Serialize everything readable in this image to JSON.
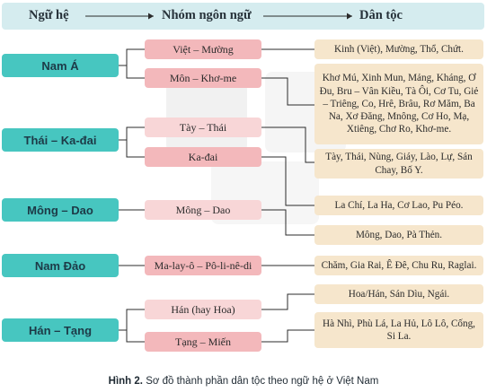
{
  "header": {
    "col1": "Ngữ hệ",
    "col2": "Nhóm ngôn ngữ",
    "col3": "Dân tộc"
  },
  "families": [
    "Nam Á",
    "Thái – Ka-đai",
    "Mông – Dao",
    "Nam Đảo",
    "Hán – Tạng"
  ],
  "groups": [
    "Việt – Mường",
    "Môn – Khơ-me",
    "Tày – Thái",
    "Ka-đai",
    "Mông – Dao",
    "Ma-lay-ô – Pô-li-nê-di",
    "Hán (hay Hoa)",
    "Tạng – Miến"
  ],
  "ethnic": [
    "Kinh (Việt), Mường, Thổ, Chứt.",
    "Khơ Mú, Xinh Mun, Mảng, Kháng, Ơ Đu, Bru – Vân Kiều, Tà Ôi, Cơ Tu, Giẻ – Triêng, Co, Hrê, Brâu, Rơ Măm, Ba Na, Xơ Đăng, Mnông, Cơ Ho, Mạ, Xtiêng, Chơ Ro, Khơ-me.",
    "Tày, Thái, Nùng, Giáy, Lào, Lự, Sán Chay, Bố Y.",
    "La Chí, La Ha, Cơ Lao, Pu Péo.",
    "Mông, Dao, Pà Thẻn.",
    "Chăm, Gia Rai, Ê Đê, Chu Ru, Raglai.",
    "Hoa/Hán, Sán Dìu, Ngái.",
    "Hà Nhì, Phù Lá, La Hủ, Lô Lô, Cống, Si La."
  ],
  "caption": {
    "label": "Hình 2.",
    "text": "Sơ đồ thành phần dân tộc theo ngữ hệ ở Việt Nam"
  },
  "colors": {
    "header_bg": "#d5ecef",
    "family_bg": "#47c6c0",
    "group_bg": "#f3b8bb",
    "ethnic_bg": "#f6e6cc",
    "line": "#2b2b2b"
  }
}
